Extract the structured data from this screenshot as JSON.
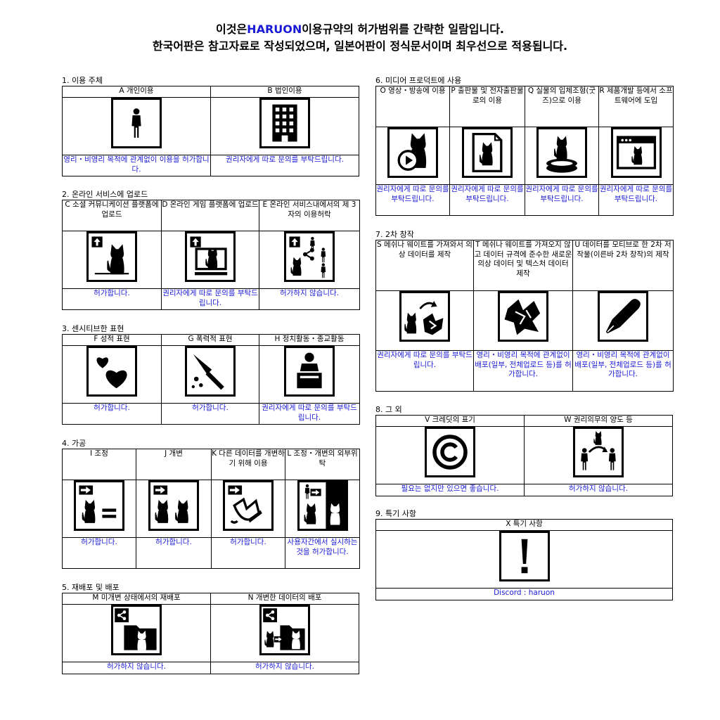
{
  "header": {
    "line1_pre": "이것은",
    "line1_brand": "HARUON",
    "line1_post": "이용규약의 허가범위를 간략한 일람입니다.",
    "line2": "한국어판은 참고자료로 작성되었으며, 일본어판이 정식문서이며 최우선으로 적용됩니다.",
    "brand_color": "#1a1ad6"
  },
  "sections": {
    "s1": {
      "title": "1. 이용 주체",
      "cols": [
        {
          "header": "A 개인이용",
          "icon": "person-icon",
          "note": "영리・비영리 목적에 관계없이 이용을 허가합니다."
        },
        {
          "header": "B 법인이용",
          "icon": "building-icon",
          "note": "권리자에게 따로 문의를 부탁드립니다."
        }
      ]
    },
    "s2": {
      "title": "2. 온라인 서비스에 업로드",
      "cols": [
        {
          "header": "C 소셜 커뮤니케이션 플랫폼에 업로드",
          "icon": "social-upload-icon",
          "note": "허가합니다."
        },
        {
          "header": "D 온라인 게임 플랫폼에 업로드",
          "icon": "game-upload-icon",
          "note": "권리자에게 따로 문의를 부탁드립니다."
        },
        {
          "header": "E 온라인 서비스내에서의 제 3자의 이용허락",
          "icon": "third-party-share-icon",
          "note": "허가하지 않습니다."
        }
      ]
    },
    "s3": {
      "title": "3. 센시티브한 표현",
      "cols": [
        {
          "header": "F 성적 표현",
          "icon": "hearts-icon",
          "note": "허가합니다."
        },
        {
          "header": "G 폭력적 표현",
          "icon": "knife-icon",
          "note": "허가합니다."
        },
        {
          "header": "H 정치활동・종교활동",
          "icon": "podium-icon",
          "note": "권리자에게 따로 문의를 부탁드립니다."
        }
      ]
    },
    "s4": {
      "title": "4. 가공",
      "cols": [
        {
          "header": "I 조정",
          "icon": "adjust-icon",
          "note": "허가합니다."
        },
        {
          "header": "J 개변",
          "icon": "modify-icon",
          "note": "허가합니다."
        },
        {
          "header": "K 다른 데이터를 개변하기 위해 이용",
          "icon": "use-for-other-icon",
          "note": "허가합니다."
        },
        {
          "header": "L 조정・개변의 외부위탁",
          "icon": "outsource-icon",
          "note": "사용자간에서 실시하는 것을 허가합니다."
        }
      ]
    },
    "s5": {
      "title": "5. 재배포 및 배포",
      "cols": [
        {
          "header": "M 미개변 상태에서의 재배포",
          "icon": "redistribute-icon",
          "note": "허가하지 않습니다."
        },
        {
          "header": "N 개변한 데이터의 배포",
          "icon": "modified-distribute-icon",
          "note": "허가하지 않습니다."
        }
      ]
    },
    "s6": {
      "title": "6. 미디어 프로덕트에 사용",
      "cols": [
        {
          "header": "O 영상・방송에 이용",
          "icon": "video-icon",
          "note": "권리자에게 따로 문의를 부탁드립니다."
        },
        {
          "header": "P 출판물 및 전자출판물로의 이용",
          "icon": "publication-icon",
          "note": "권리자에게 따로 문의를 부탁드립니다."
        },
        {
          "header": "Q 실물의 입체조형(굿즈)으로 이용",
          "icon": "figure-icon",
          "note": "권리자에게 따로 문의를 부탁드립니다."
        },
        {
          "header": "R 제품개발 등에서 소프트웨어에 도입",
          "icon": "software-icon",
          "note": "권리자에게 따로 문의를 부탁드립니다."
        }
      ]
    },
    "s7": {
      "title": "7. 2차 창작",
      "cols": [
        {
          "header": "S 메쉬나 웨이트를 가져와서 의상 데이터를 제작",
          "icon": "costume-from-mesh-icon",
          "note": "권리자에게 따로 문의를 부탁드립니다."
        },
        {
          "header": "T 메쉬나 웨이트를 가져오지 않고 데이터 규격에 준수한 새로운 의상 데이터 및 텍스처 데이터 제작",
          "icon": "costume-new-icon",
          "note": "영리・비영리 목적에 관계없이 배포(일부, 전체업로드 등)를 허가합니다."
        },
        {
          "header": "U 데이터를 모티브로 한 2차 저작물(이른바 2차 창작)의 제작",
          "icon": "pen-nib-icon",
          "note": "영리・비영리 목적에 관계없이 배포(일부, 전체업로드 등)를 허가합니다."
        }
      ]
    },
    "s8": {
      "title": "8. 그 외",
      "cols": [
        {
          "header": "V 크레딧의 표기",
          "icon": "copyright-icon",
          "note": "필요는 없지만 있으면 좋습니다."
        },
        {
          "header": "W 권리의무의 양도 등",
          "icon": "transfer-icon",
          "note": "허가하지 않습니다."
        }
      ]
    },
    "s9": {
      "title": "9. 특기 사항",
      "cols": [
        {
          "header": "X 특기 사항",
          "icon": "exclamation-icon",
          "note": "Discord : haruon"
        }
      ]
    }
  }
}
